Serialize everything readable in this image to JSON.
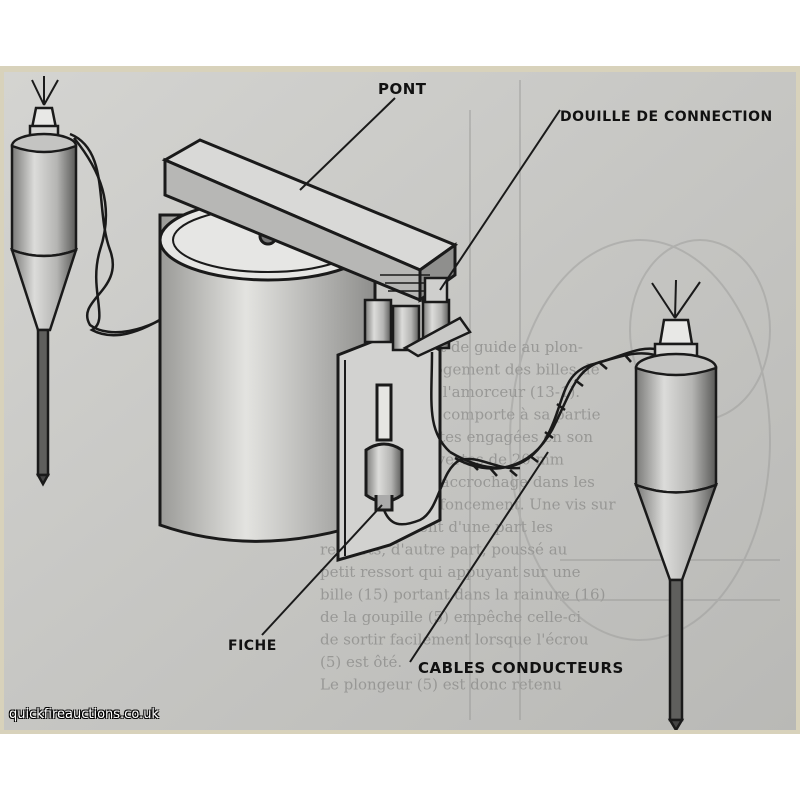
{
  "labels": {
    "pont": "PONT",
    "douille": "DOUILLE DE CONNECTION",
    "fiche": "FICHE",
    "cables": "CABLES CONDUCTEURS"
  },
  "watermark": "quickfireauctions.co.uk",
  "colors": {
    "frame": "#d8d2bb",
    "paper": "#c9c9c6",
    "ink": "#1a1a1a",
    "background_text": "#8a8a88"
  },
  "background_text_lines": [
    "Le corps (2) sert de guide au plon-",
    "geur (5) et de logement des billes de",
    "retenue (15) de l'amorceur (13-1).",
    "Le plongeur (5) comporte à sa partie",
    "inférieure 3 pattes engagées en son",
    "centre et recouvertes de 20 mm",
    "qui détermine l'accrochage dans les",
    "rainures de l'enfoncement. Une vis sur",
    "fixe le maintient d'une part les",
    "ressorts, d'autre part, poussé au",
    "petit ressort qui appuyant sur une",
    "bille (15) portant dans la rainure (16)",
    "de la goupille (5) empêche celle-ci",
    "de sortir facilement lorsque l'écrou",
    "(5) est ôté.",
    "Le plongeur (5) est donc retenu"
  ]
}
